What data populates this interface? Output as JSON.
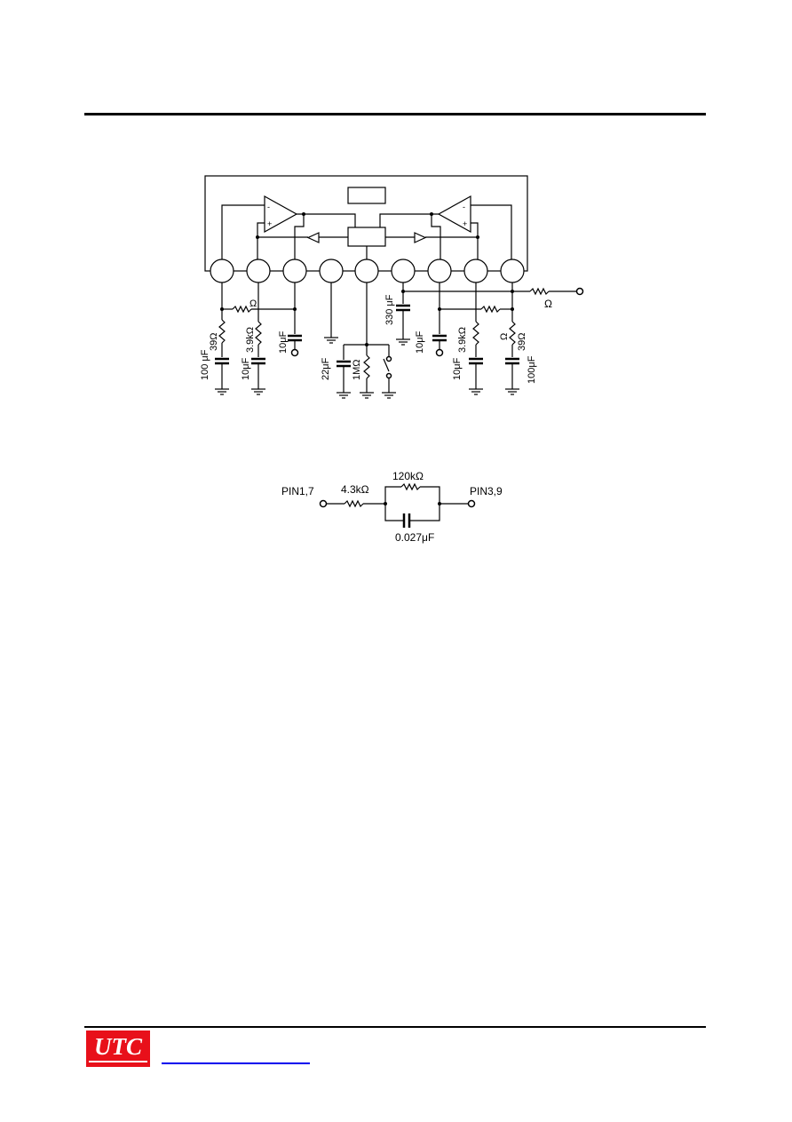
{
  "schematic": {
    "labels": {
      "omega_top_left": "Ω",
      "omega_right_input": "Ω",
      "r_39_left": "39Ω",
      "r_39k_left": "3.9kΩ",
      "c_100u_left": "100 μF",
      "c_10u_left_a": "10μF",
      "c_10u_left_b": "10μF",
      "c_22u": "22μF",
      "r_1m": "1MΩ",
      "c_330u": "330 μF",
      "c_10u_right_a": "10μF",
      "c_10u_right_b": "10μF",
      "r_39k_right": "3.9kΩ",
      "omega_right_mid": "Ω",
      "r_39_right": "39Ω",
      "c_100u_right": "100μF",
      "opamp_left_minus": "-",
      "opamp_left_plus": "+",
      "opamp_right_minus": "-",
      "opamp_right_plus": "+"
    }
  },
  "feedback_network": {
    "pin_left": "PIN1,7",
    "pin_right": "PIN3,9",
    "r_series": "4.3kΩ",
    "r_parallel": "120kΩ",
    "c_parallel": "0.027μF"
  },
  "footer": {
    "logo": "UTC",
    "logo_color": "#e8101a"
  }
}
